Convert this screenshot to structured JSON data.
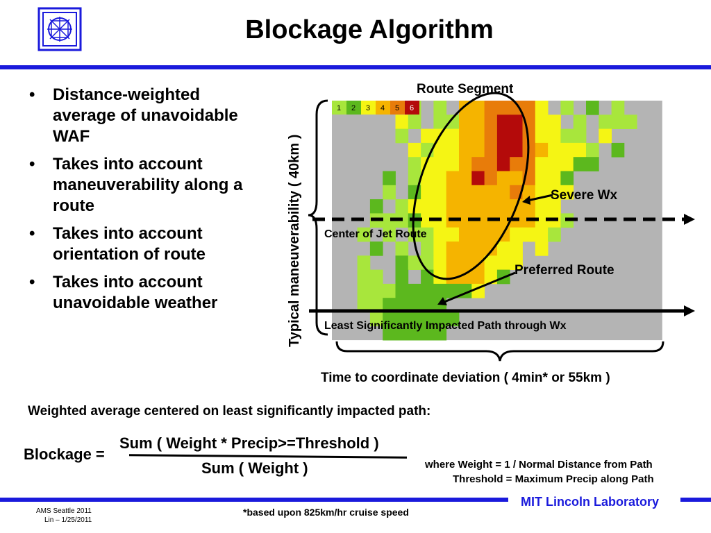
{
  "header": {
    "title": "Blockage Algorithm"
  },
  "bullets": [
    "Distance-weighted average of unavoidable WAF",
    "Takes into account maneuverability along a route",
    "Takes into account orientation of route",
    "Takes into account unavoidable weather"
  ],
  "figure": {
    "top_label": "Route Segment",
    "y_axis_label": "Typical maneuverability ( 40km )",
    "x_axis_label": "Time to coordinate deviation ( 4min* or 55km )",
    "severe_label": "Severe Wx",
    "jet_route_label": "Center of Jet Route",
    "preferred_label": "Preferred Route",
    "least_path_label": "Least Significantly Impacted Path through Wx",
    "legend_levels": [
      "1",
      "2",
      "3",
      "4",
      "5",
      "6"
    ],
    "level_colors": [
      "#a8e63c",
      "#5cb81e",
      "#f5f514",
      "#f5b400",
      "#e87c0a",
      "#b40a0a"
    ],
    "background_color": "#b4b4b4"
  },
  "formula": {
    "intro": "Weighted average centered on least significantly impacted path:",
    "lhs": "Blockage =",
    "numerator": "Sum ( Weight * Precip>=Threshold )",
    "denominator": "Sum ( Weight )",
    "where_line1": "where Weight = 1 / Normal Distance from Path",
    "where_line2": "Threshold =  Maximum Precip along Path"
  },
  "footer": {
    "org": "MIT Lincoln Laboratory",
    "event": "AMS Seattle 2011",
    "author_date": "Lin – 1/25/2011",
    "footnote": "*based upon 825km/hr cruise speed"
  }
}
